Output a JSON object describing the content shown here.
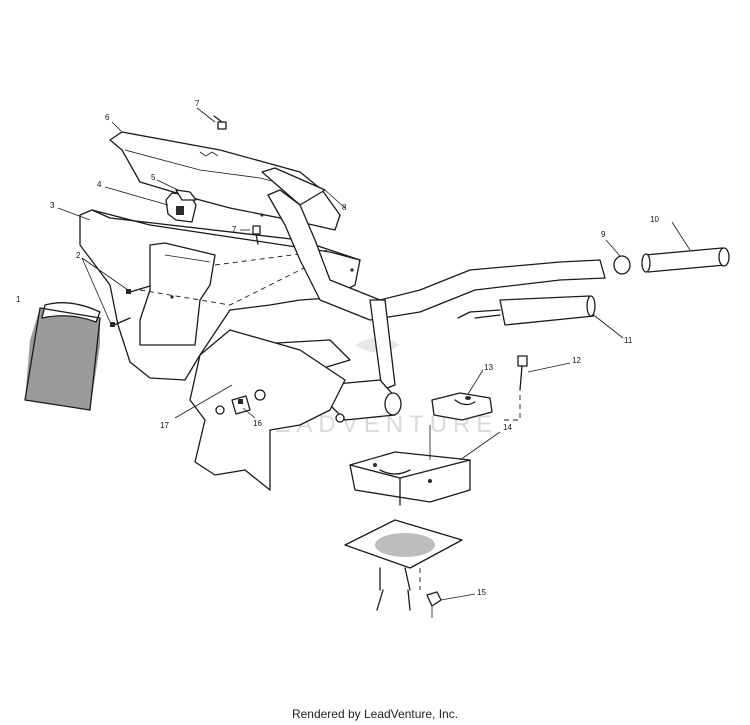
{
  "callouts": {
    "c1": "1",
    "c2": "2",
    "c3": "3",
    "c4": "4",
    "c5": "5",
    "c6": "6",
    "c7a": "7",
    "c7b": "7",
    "c8": "8",
    "c9": "9",
    "c10": "10",
    "c11": "11",
    "c12": "12",
    "c13": "13",
    "c14": "14",
    "c15": "15",
    "c16": "16",
    "c17": "17"
  },
  "watermark": "LEADVENTURE",
  "footer": {
    "text": "Rendered by LeadVenture, Inc."
  }
}
